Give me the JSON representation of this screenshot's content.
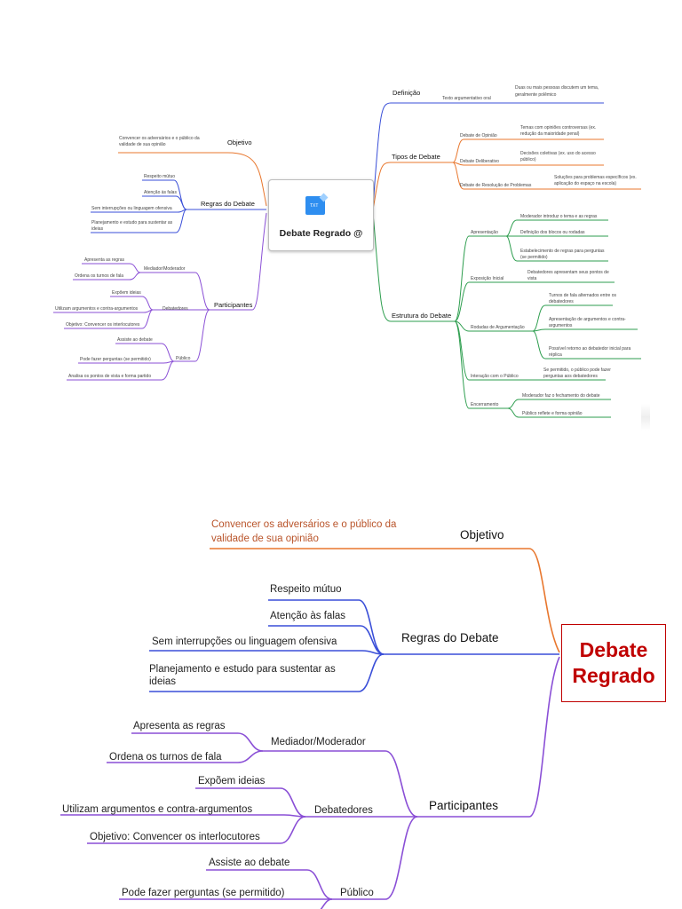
{
  "top_map": {
    "center_title": "Debate Regrado @",
    "center_icon_label": "TXT",
    "left": {
      "objetivo": {
        "label": "Objetivo",
        "text": [
          "Convencer os adversários e o público da",
          "validade de sua opinião"
        ]
      },
      "regras": {
        "label": "Regras do Debate",
        "items": [
          "Respeito mútuo",
          "Atenção às falas",
          "Sem interrupções ou linguagem ofensiva",
          "Planejamento e estudo para sustentar as",
          "ideias"
        ]
      },
      "participantes": {
        "label": "Participantes",
        "mediador": {
          "label": "Mediador/Moderador",
          "items": [
            "Apresenta as regras",
            "Ordena os turnos de fala"
          ]
        },
        "debatedores": {
          "label": "Debatedores",
          "items": [
            "Expõem ideias",
            "Utilizam argumentos e contra-argumentos",
            "Objetivo: Convencer os interlocutores"
          ]
        },
        "publico": {
          "label": "Público",
          "items": [
            "Assiste ao debate",
            "Pode fazer perguntas (se permitido)",
            "Analisa os pontos de vista e forma partido"
          ]
        }
      }
    },
    "right": {
      "definicao": {
        "label": "Definição",
        "sub": "Texto argumentativo oral",
        "detail": [
          "Duas ou mais pessoas discutem um tema,",
          "geralmente polêmico"
        ]
      },
      "tipos": {
        "label": "Tipos de Debate",
        "items": [
          {
            "label": "Debate de Opinião",
            "detail": [
              "Temas com opiniões controversas (ex.",
              "redução da maioridade penal)"
            ]
          },
          {
            "label": "Debate Deliberativo",
            "detail": [
              "Decisões coletivas (ex. uso do acesso",
              "público)"
            ]
          },
          {
            "label": "Debate de Resolução de Problemas",
            "detail": [
              "Soluções para problemas específicos (ex.",
              "aplicação do espaço na escola)"
            ]
          }
        ]
      },
      "estrutura": {
        "label": "Estrutura do Debate",
        "apresentacao": {
          "label": "Apresentação",
          "items": [
            "Moderador introduz o tema e as regras",
            "Definição dos blocos ou rodadas",
            "Estabelecimento de regras para perguntas",
            "(se permitido)"
          ]
        },
        "exposicao": {
          "label": "Exposição Inicial",
          "detail": [
            "Debatedores apresentam seus pontos de",
            "vista"
          ]
        },
        "rodadas": {
          "label": "Rodadas de Argumentação",
          "items": [
            "Turnos de fala alternados entre os",
            "debatedores",
            "Apresentação de argumentos e contra-",
            "argumentos",
            "Possível retorno ao debatedor inicial para",
            "réplica"
          ]
        },
        "interacao": {
          "label": "Interação com o Público",
          "detail": [
            "Se permitido, o público pode fazer",
            "perguntas aos debatedores"
          ]
        },
        "encerramento": {
          "label": "Encerramento",
          "items": [
            "Moderador faz o fechamento do debate",
            "Público reflete e forma opinião"
          ]
        }
      }
    }
  },
  "bottom_map": {
    "center_lines": [
      "Debate",
      "Regrado"
    ],
    "objetivo": {
      "label": "Objetivo",
      "text": [
        "Convencer os adversários e o público da",
        "validade de sua opinião"
      ]
    },
    "regras": {
      "label": "Regras do Debate",
      "items": [
        "Respeito mútuo",
        "Atenção às falas",
        "Sem interrupções ou linguagem ofensiva",
        "Planejamento e estudo para sustentar as",
        "ideias"
      ]
    },
    "participantes": {
      "label": "Participantes",
      "mediador": {
        "label": "Mediador/Moderador",
        "items": [
          "Apresenta as regras",
          "Ordena os turnos de fala"
        ]
      },
      "debatedores": {
        "label": "Debatedores",
        "items": [
          "Expõem ideias",
          "Utilizam argumentos e contra-argumentos",
          "Objetivo: Convencer os interlocutores"
        ]
      },
      "publico": {
        "label": "Público",
        "items": [
          "Assiste ao debate",
          "Pode fazer perguntas (se permitido)"
        ]
      }
    }
  },
  "colors": {
    "objetivo": "#e8772e",
    "regras": "#3a4fd8",
    "participantes": "#8a4fd6",
    "definicao": "#3a4fd8",
    "tipos": "#e8772e",
    "estrutura": "#2e9e4f",
    "central_red": "#c00000"
  }
}
